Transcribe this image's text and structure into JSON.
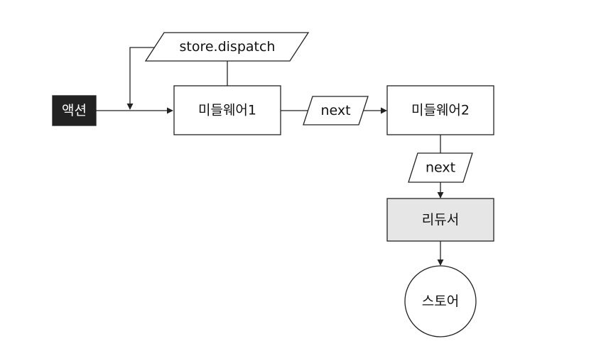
{
  "diagram": {
    "nodes": {
      "action": {
        "label": "액션",
        "fill": "#222222",
        "text_color": "#ffffff"
      },
      "dispatch": {
        "label": "store.dispatch",
        "fill": "#ffffff"
      },
      "middleware1": {
        "label": "미들웨어1",
        "fill": "#ffffff"
      },
      "next1": {
        "label": "next",
        "fill": "#ffffff"
      },
      "middleware2": {
        "label": "미들웨어2",
        "fill": "#ffffff"
      },
      "next2": {
        "label": "next",
        "fill": "#ffffff"
      },
      "reducer": {
        "label": "리듀서",
        "fill": "#e6e6e6"
      },
      "store": {
        "label": "스토어",
        "fill": "#ffffff"
      }
    },
    "edges": [
      {
        "from": "action",
        "to": "middleware1"
      },
      {
        "from": "dispatch",
        "to": "action-line"
      },
      {
        "from": "middleware1",
        "to": "middleware2",
        "via": "next1"
      },
      {
        "from": "middleware2",
        "to": "reducer",
        "via": "next2"
      },
      {
        "from": "reducer",
        "to": "store"
      }
    ]
  }
}
